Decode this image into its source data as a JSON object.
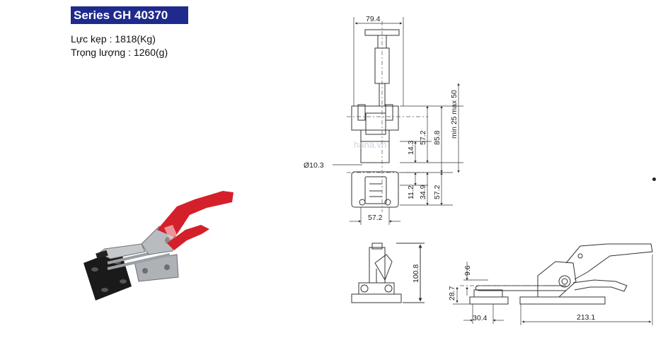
{
  "header": {
    "title": "Series GH 40370"
  },
  "specs": {
    "clamp_force": "Lực kẹp : 1818(Kg)",
    "weight": "Trọng lượng : 1260(g)"
  },
  "watermark": "hana.vn",
  "dimensions": {
    "top_width": "79.4",
    "hole_diameter": "Ø10.3",
    "base_width": "57.2",
    "d_14_3": "14.3",
    "d_57_2_upper": "57.2",
    "d_85_8": "85.8",
    "stroke_range": "min 25 max 50",
    "d_11_2": "11.2",
    "d_34_9": "34.9",
    "d_57_2_lower": "57.2",
    "height_100_8": "100.8",
    "d_9_6": "9.6",
    "d_28_7": "28.7",
    "d_30_4": "30.4",
    "length_213_1": "213.1"
  },
  "colors": {
    "title_bg": "#1f2a8c",
    "handle_red": "#d4202a",
    "base_black": "#1a1a1a",
    "steel": "#b8bcc0"
  }
}
